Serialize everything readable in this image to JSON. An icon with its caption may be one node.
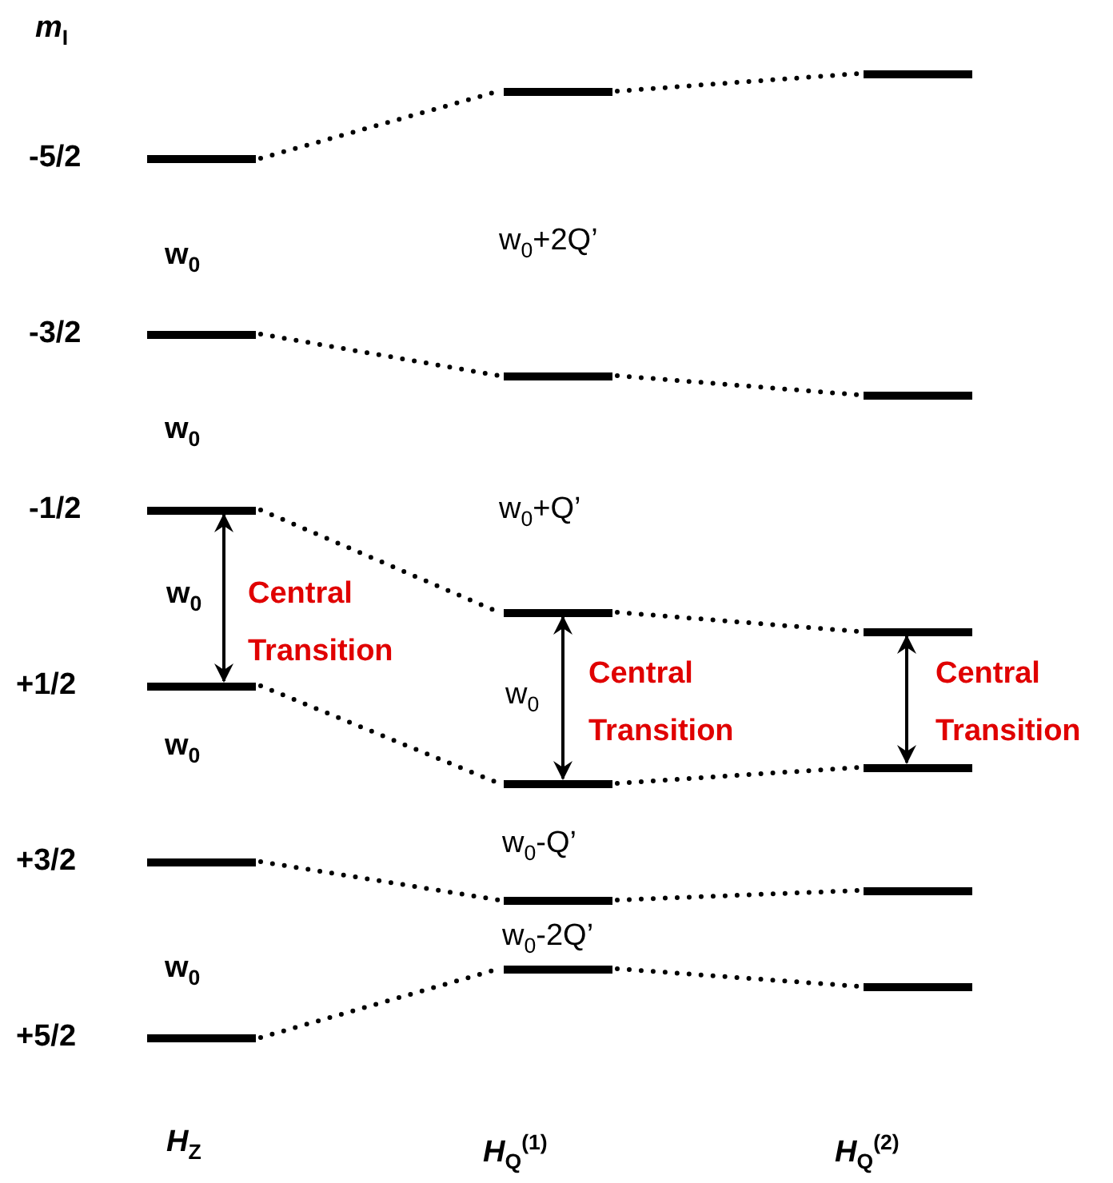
{
  "diagram": {
    "nodes": [
      {
        "text": [],
        "shape": "bar"
      },
      {
        "text": [],
        "shape": "bar"
      },
      {
        "text": [],
        "shape": "bar"
      },
      {
        "text": [],
        "shape": "bar"
      },
      {
        "text": [],
        "shape": "bar"
      },
      {
        "text": [],
        "shape": "bar"
      },
      {
        "text": [],
        "shape": "bar"
      },
      {
        "text": [],
        "shape": "bar"
      },
      {
        "text": [],
        "shape": "bar"
      },
      {
        "text": [],
        "shape": "bar"
      },
      {
        "text": [],
        "shape": "bar"
      },
      {
        "text": [],
        "shape": "bar"
      },
      {
        "text": [],
        "shape": "bar"
      },
      {
        "text": [],
        "shape": "bar"
      },
      {
        "text": [],
        "shape": "bar"
      },
      {
        "text": [],
        "shape": "bar"
      },
      {
        "text": [],
        "shape": "bar"
      },
      {
        "text": [],
        "shape": "bar"
      }
    ],
    "edges": [
      {
        "from": 0,
        "to": 6,
        "arrow": "none",
        "style": "dashed"
      },
      {
        "from": 6,
        "to": 12,
        "arrow": "none",
        "style": "dashed"
      },
      {
        "from": 1,
        "to": 7,
        "arrow": "none",
        "style": "dashed"
      },
      {
        "from": 7,
        "to": 13,
        "arrow": "none",
        "style": "dashed"
      },
      {
        "from": 2,
        "to": 8,
        "arrow": "none",
        "style": "dashed"
      },
      {
        "from": 8,
        "to": 14,
        "arrow": "none",
        "style": "dashed"
      },
      {
        "from": 3,
        "to": 9,
        "arrow": "none",
        "style": "dashed"
      },
      {
        "from": 9,
        "to": 15,
        "arrow": "none",
        "style": "dashed"
      },
      {
        "from": 4,
        "to": 10,
        "arrow": "none",
        "style": "dashed"
      },
      {
        "from": 10,
        "to": 16,
        "arrow": "none",
        "style": "dashed"
      },
      {
        "from": 5,
        "to": 11,
        "arrow": "none",
        "style": "dashed"
      },
      {
        "from": 11,
        "to": 17,
        "arrow": "none",
        "style": "dashed"
      },
      {
        "from": 2,
        "to": 3,
        "arrow": "both",
        "label": "w$_{0}$"
      },
      {
        "from": 8,
        "to": 9,
        "arrow": "both",
        "label": "w$_{0}$"
      },
      {
        "from": 14,
        "to": 15,
        "arrow": "both"
      }
    ],
    "labels": [
      "*m*$_{I}$",
      "-5/2",
      "w$_{0}$+2Q’",
      "w$_{0}$",
      "-3/2",
      "w$_{0}$",
      "-1/2",
      "w$_{0}$+Q’",
      "Central Transition",
      "+1/2",
      "Central Transition",
      "Central Transition",
      "w$_{0}$",
      "w$_{0}$-Q’",
      "+3/2",
      "w$_{0}$-2Q’",
      "w$_{0}$",
      "+5/2",
      "*H*$_{Z}$",
      "*H*$_{Q}$$^{(1)}$",
      "*H*$_{Q}$$^{(2)}$"
    ]
  }
}
